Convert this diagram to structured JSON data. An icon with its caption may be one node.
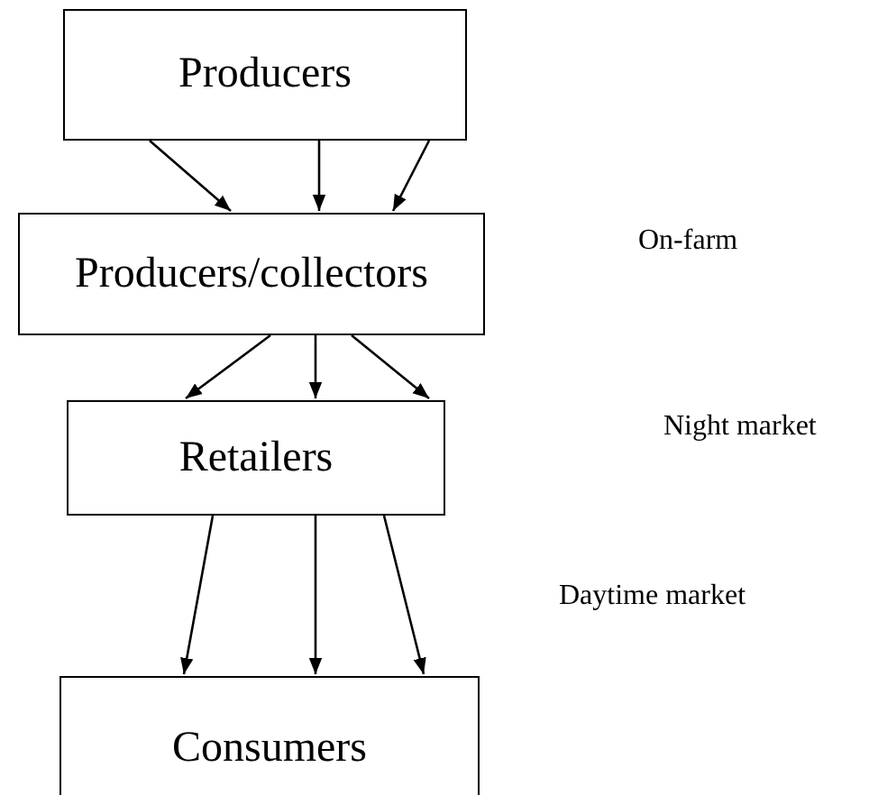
{
  "diagram": {
    "nodes": [
      {
        "text": [
          "Producers"
        ]
      },
      {
        "text": [
          "Producers/collectors"
        ]
      },
      {
        "text": [
          "Retailers"
        ]
      },
      {
        "text": [
          "Consumers"
        ]
      }
    ],
    "edges": [
      {
        "from": 0,
        "to": 1,
        "arrow": "to"
      },
      {
        "from": 0,
        "to": 1,
        "arrow": "to"
      },
      {
        "from": 0,
        "to": 1,
        "arrow": "to"
      },
      {
        "from": 1,
        "to": 2,
        "arrow": "to"
      },
      {
        "from": 1,
        "to": 2,
        "arrow": "to"
      },
      {
        "from": 1,
        "to": 2,
        "arrow": "to"
      },
      {
        "from": 2,
        "to": 3,
        "arrow": "to"
      },
      {
        "from": 2,
        "to": 3,
        "arrow": "to"
      },
      {
        "from": 2,
        "to": 3,
        "arrow": "to"
      }
    ],
    "labels": [
      "On-farm",
      "Night market",
      "Daytime market"
    ]
  }
}
